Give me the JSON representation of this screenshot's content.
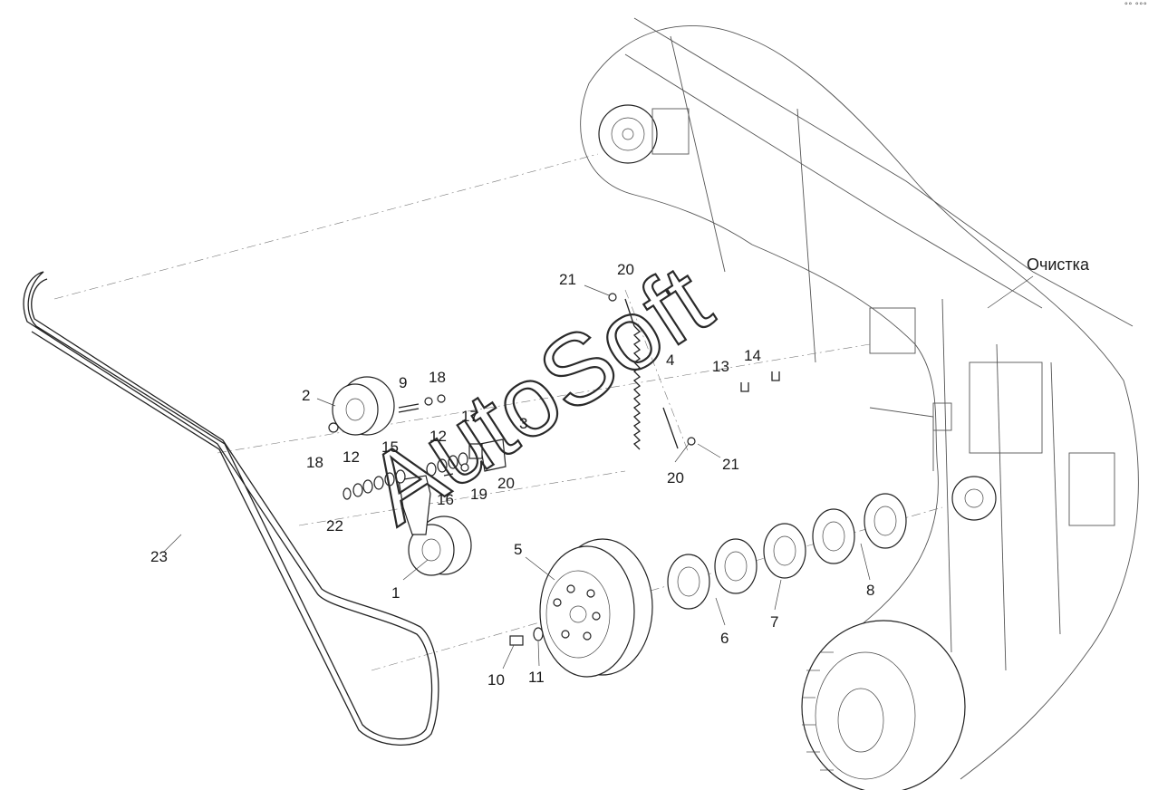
{
  "section_label": "Очистка",
  "watermark": "AutoSoft",
  "corner_mark": "°° °°°",
  "callouts": {
    "p1": "1",
    "p2": "2",
    "p3": "3",
    "p4": "4",
    "p5": "5",
    "p6": "6",
    "p7": "7",
    "p8": "8",
    "p9": "9",
    "p10": "10",
    "p11": "11",
    "p12a": "12",
    "p12b": "12",
    "p13": "13",
    "p14": "14",
    "p15": "15",
    "p16": "16",
    "p17": "17",
    "p18a": "18",
    "p18b": "18",
    "p19": "19",
    "p20a": "20",
    "p20b": "20",
    "p20c": "20",
    "p21a": "21",
    "p21b": "21",
    "p22": "22",
    "p23": "23"
  }
}
